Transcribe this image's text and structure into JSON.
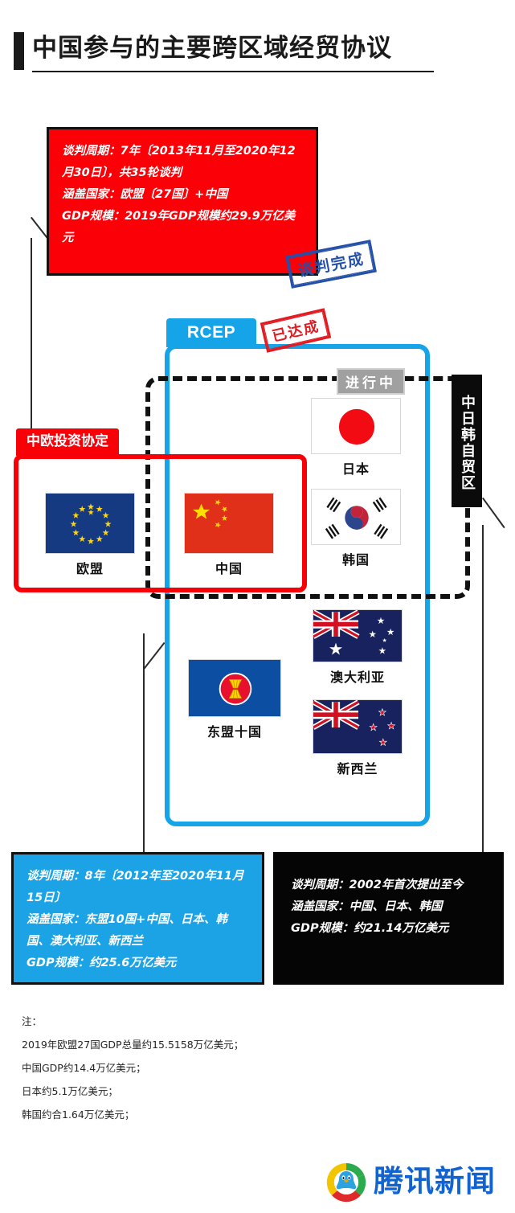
{
  "header": {
    "title": "中国参与的主要跨区域经贸协议"
  },
  "stamps": {
    "negotiation_complete": "谈判完成",
    "reached": "已达成",
    "ongoing": "进行中"
  },
  "labels": {
    "rcep_tab": "RCEP",
    "eu_china_investment": "中欧投资协定",
    "china_japan_korea_fta": "中日韩自贸区"
  },
  "boxes": {
    "eu_china": {
      "accent": "#fb0007",
      "lines": [
        "谈判周期：7年〔2013年11月至2020年12月30日〕，共35轮谈判",
        "涵盖国家：欧盟〔27国〕+中国",
        "GDP规模：2019年GDP规模约29.9万亿美元"
      ]
    },
    "rcep": {
      "accent": "#1ba3e6",
      "lines": [
        "谈判周期：8年〔2012年至2020年11月15日〕",
        "涵盖国家：东盟10国+中国、日本、韩国、澳大利亚、新西兰",
        "GDP规模：约25.6万亿美元"
      ]
    },
    "china_japan_korea": {
      "accent": "#050505",
      "lines": [
        "谈判周期：2002年首次提出至今",
        "涵盖国家：中国、日本、韩国",
        "GDP规模：约21.14万亿美元"
      ]
    }
  },
  "flags": {
    "eu": "欧盟",
    "cn": "中国",
    "jp": "日本",
    "kr": "韩国",
    "au": "澳大利亚",
    "nz": "新西兰",
    "asean": "东盟十国"
  },
  "notes": {
    "heading": "注：",
    "items": [
      "2019年欧盟27国GDP总量约15.5158万亿美元；",
      "中国GDP约14.4万亿美元；",
      "日本约5.1万亿美元；",
      "韩国约合1.64万亿美元；"
    ]
  },
  "logo": {
    "text": "腾讯新闻"
  },
  "colors": {
    "red": "#fb0007",
    "blue": "#16a4e8",
    "black": "#0b0b0b",
    "stamp_blue": "#2450a8",
    "stamp_red": "#e01b22",
    "stamp_gray": "#a0a0a0"
  }
}
